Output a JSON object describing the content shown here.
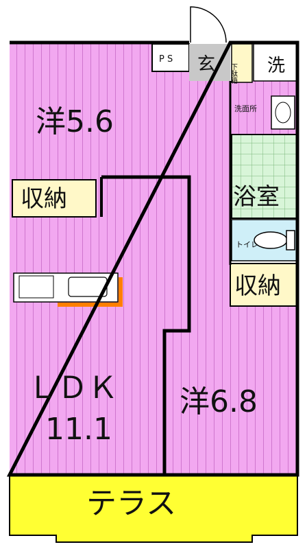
{
  "rooms": {
    "western_1": "洋5.6",
    "storage_1": "収納",
    "ps": "P S",
    "entrance": "玄",
    "shoe_box": "下駄箱",
    "laundry": "洗",
    "washroom": "洗面所",
    "bath": "浴室",
    "toilet": "トイレ",
    "storage_2": "収納",
    "ldk": "ＬＤＫ",
    "ldk_size": "11.1",
    "western_2": "洋6.8",
    "terrace": "テラス"
  },
  "colors": {
    "room_fill": "#f2a8f0",
    "stripe": "#c060c0",
    "terrace": "#ffff33",
    "storage": "#fff8c8",
    "bath": "#d8f5d8",
    "toilet": "#cfeff8",
    "entrance": "#c8c8c8",
    "kitchen_accent": "#ff7f00",
    "wall": "#000000"
  }
}
